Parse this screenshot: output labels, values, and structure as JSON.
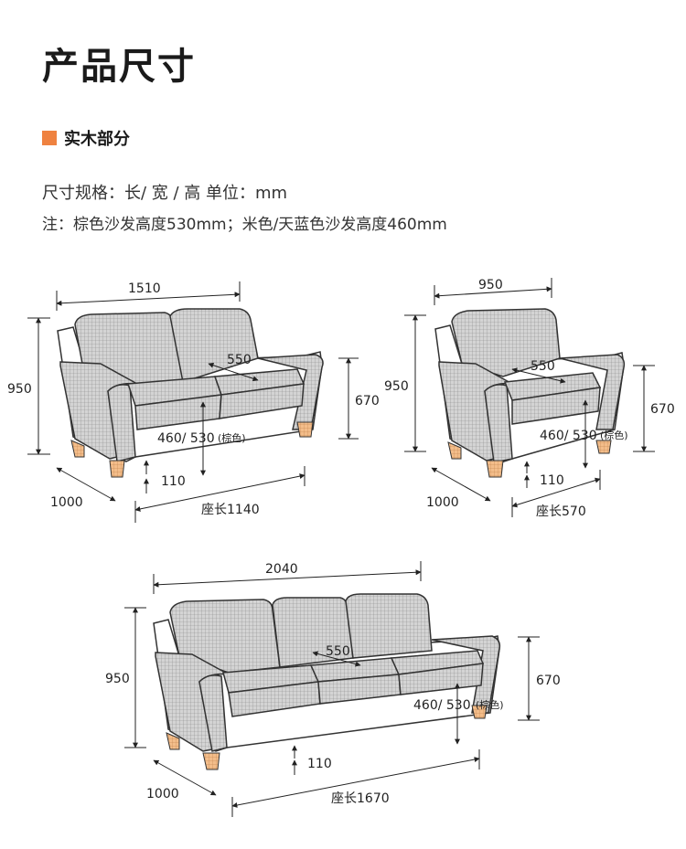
{
  "header": {
    "title": "产品尺寸",
    "section_label": "实木部分",
    "section_color": "#ef8240",
    "spec_line": "尺寸规格：长/ 宽 / 高  单位：mm",
    "note_line": "注：棕色沙发高度530mm；米色/天蓝色沙发高度460mm"
  },
  "sofas": {
    "two_seat": {
      "length": "1510",
      "height": "950",
      "depth": "1000",
      "seat_depth": "550",
      "arm_height": "670",
      "seat_height": "460/ 530",
      "seat_height_note": "(棕色)",
      "leg_height": "110",
      "seat_length": "座长1140"
    },
    "one_seat": {
      "length": "950",
      "height": "950",
      "depth": "1000",
      "seat_depth": "550",
      "arm_height": "670",
      "seat_height": "460/ 530",
      "seat_height_note": "(棕色)",
      "leg_height": "110",
      "seat_length": "座长570"
    },
    "three_seat": {
      "length": "2040",
      "height": "950",
      "depth": "1000",
      "seat_depth": "550",
      "arm_height": "670",
      "seat_height": "460/ 530",
      "seat_height_note": "(棕色)",
      "leg_height": "110",
      "seat_length": "座长1670"
    }
  },
  "colors": {
    "fabric": "#c9c9c9",
    "leg": "#f0b27a",
    "line": "#333333"
  }
}
